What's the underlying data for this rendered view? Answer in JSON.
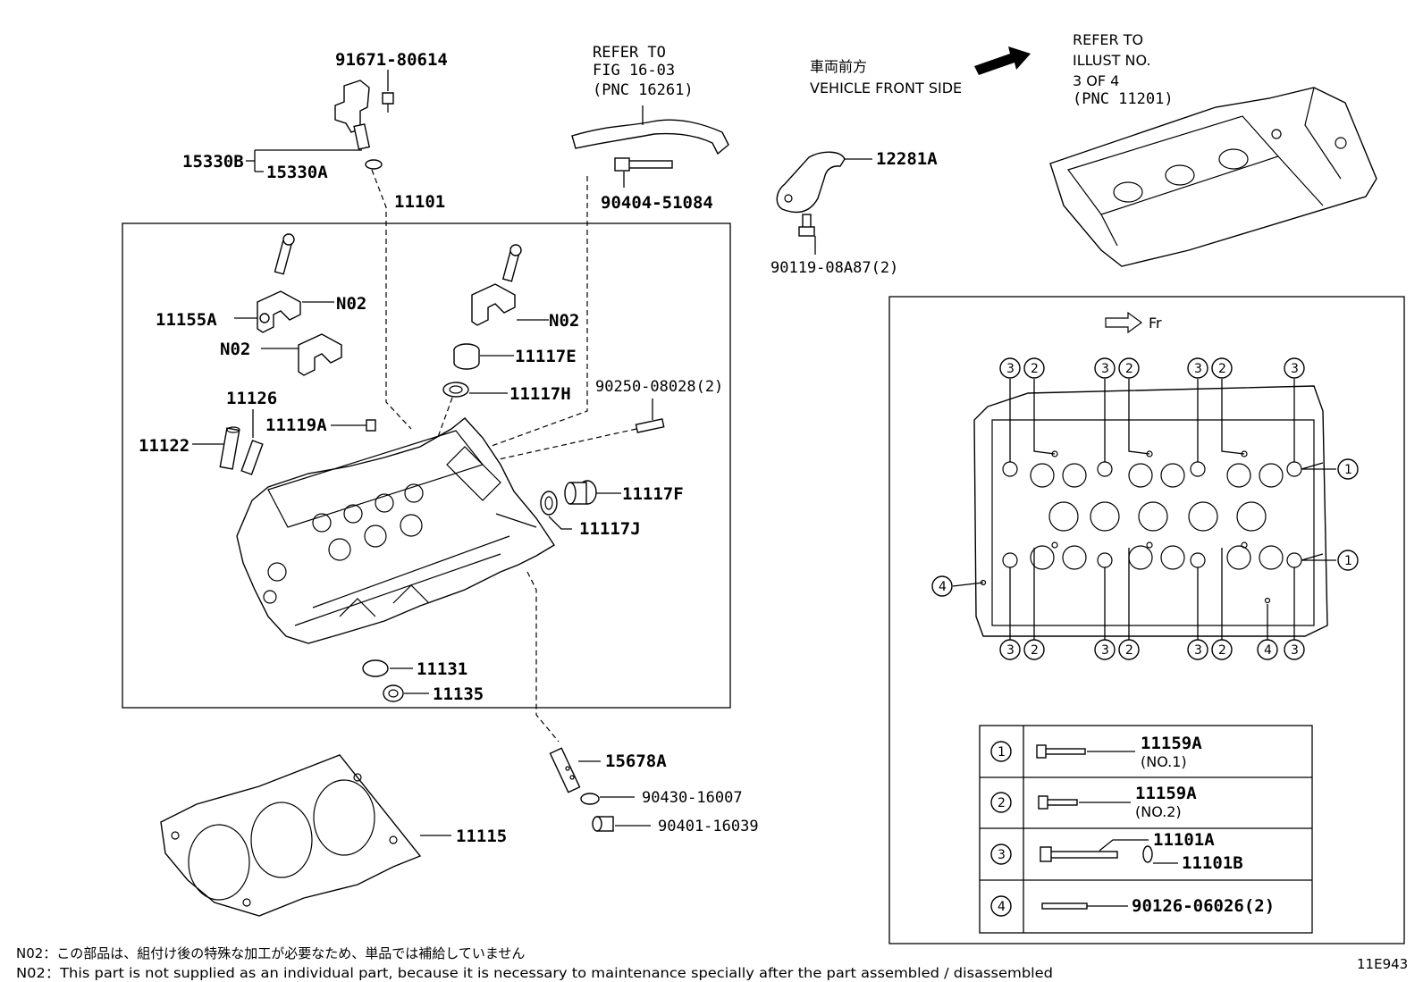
{
  "labels": {
    "p91671": "91671-80614",
    "p15330B": "15330B",
    "p15330A": "15330A",
    "p11101": "11101",
    "refer_fig_1": "REFER TO",
    "refer_fig_2": "FIG 16-03",
    "refer_fig_3": "(PNC 16261)",
    "p90404": "90404-51084",
    "vehicle_front_jp": "車両前方",
    "vehicle_front_en": "VEHICLE FRONT SIDE",
    "refer_illust_1": "REFER TO",
    "refer_illust_2": "ILLUST NO.",
    "refer_illust_3": "3 OF 4",
    "refer_illust_4": "(PNC 11201)",
    "p12281A": "12281A",
    "p90119": "90119-08A87(2)",
    "p11155A": "11155A",
    "n02_a": "N02",
    "n02_b": "N02",
    "n02_c": "N02",
    "p11117E": "11117E",
    "p11117H": "11117H",
    "p90250": "90250-08028(2)",
    "p11126": "11126",
    "p11122": "11122",
    "p11119A": "11119A",
    "p11117F": "11117F",
    "p11117J": "11117J",
    "p11131": "11131",
    "p11135": "11135",
    "p15678A": "15678A",
    "p90430": "90430-16007",
    "p90401": "90401-16039",
    "p11115": "11115",
    "fr": "Fr"
  },
  "bolt_numbers": {
    "n1": "1",
    "n2": "2",
    "n3": "3",
    "n4": "4"
  },
  "bolt_table": [
    {
      "num": "1",
      "part": "11159A",
      "sub": "(NO.1)"
    },
    {
      "num": "2",
      "part": "11159A",
      "sub": "(NO.2)"
    },
    {
      "num": "3",
      "part": "11101A",
      "part2": "11101B"
    },
    {
      "num": "4",
      "part": "90126-06026(2)"
    }
  ],
  "notes": {
    "jp": "N02：この部品は、組付け後の特殊な加工が必要なため、単品では補給していません",
    "en": "N02：This part is not supplied as an individual part, because it is necessary to maintenance specially after the part assembled / disassembled"
  },
  "diagram_id": "11E943"
}
